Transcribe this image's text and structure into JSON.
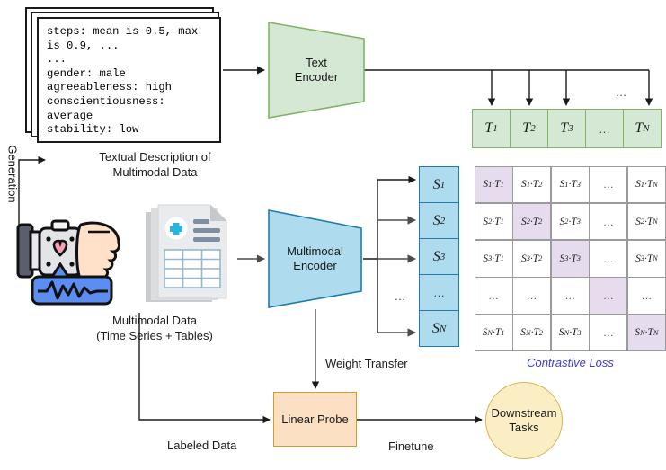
{
  "diagram": {
    "title": "Multimodal Contrastive Pretraining Pipeline",
    "colors": {
      "green_fill": "#d5e8d4",
      "green_stroke": "#82b366",
      "blue_fill": "#aedbee",
      "blue_stroke": "#1f7cab",
      "orange_fill": "#fbe0c4",
      "orange_stroke": "#d79b29",
      "yellow_fill": "#fbeec4",
      "yellow_stroke": "#d6b656",
      "highlight_fill": "#e7dced",
      "matrix_stroke": "#9b9b9b",
      "loss_text": "#3b3bd6"
    }
  },
  "text_card": {
    "content": "steps: mean is 0.5, max\nis 0.9, ...\n...\ngender: male\nagreeableness: high\nconscientiousness:\naverage\nstability: low",
    "stack_count": 3
  },
  "encoders": {
    "text": {
      "line1": "Text",
      "line2": "Encoder"
    },
    "multimodal": {
      "line1": "Multimodal",
      "line2": "Encoder"
    }
  },
  "text_embeddings": {
    "label_prefix": "T",
    "cells": [
      {
        "base": "T",
        "sub": "1",
        "dots": false
      },
      {
        "base": "T",
        "sub": "2",
        "dots": false
      },
      {
        "base": "T",
        "sub": "3",
        "dots": false
      },
      {
        "base": "…",
        "sub": "",
        "dots": true
      },
      {
        "base": "T",
        "sub": "N",
        "dots": false
      }
    ],
    "top_dots": "…"
  },
  "signal_embeddings": {
    "label_prefix": "S",
    "cells": [
      {
        "base": "S",
        "sub": "1",
        "dots": false
      },
      {
        "base": "S",
        "sub": "2",
        "dots": false
      },
      {
        "base": "S",
        "sub": "3",
        "dots": false
      },
      {
        "base": "…",
        "sub": "",
        "dots": true
      },
      {
        "base": "S",
        "sub": "N",
        "dots": false
      }
    ],
    "side_dots": "…"
  },
  "matrix": {
    "row_labels": [
      "1",
      "2",
      "3",
      "…",
      "N"
    ],
    "col_labels": [
      "1",
      "2",
      "3",
      "…",
      "N"
    ],
    "dot_operator": "·",
    "loss_label": "Contrastive Loss",
    "rows": [
      [
        {
          "text": "S₁ · T₁",
          "s": "1",
          "t": "1",
          "dots": false,
          "highlight": true
        },
        {
          "text": "S₁ · T₂",
          "s": "1",
          "t": "2",
          "dots": false,
          "highlight": false
        },
        {
          "text": "S₁ · T₃",
          "s": "1",
          "t": "3",
          "dots": false,
          "highlight": false
        },
        {
          "text": "…",
          "s": "",
          "t": "",
          "dots": true,
          "highlight": false
        },
        {
          "text": "S₁ · Tₙ",
          "s": "1",
          "t": "N",
          "dots": false,
          "highlight": false
        }
      ],
      [
        {
          "text": "S₂ · T₁",
          "s": "2",
          "t": "1",
          "dots": false,
          "highlight": false
        },
        {
          "text": "S₂ · T₂",
          "s": "2",
          "t": "2",
          "dots": false,
          "highlight": true
        },
        {
          "text": "S₂ · T₃",
          "s": "2",
          "t": "3",
          "dots": false,
          "highlight": false
        },
        {
          "text": "…",
          "s": "",
          "t": "",
          "dots": true,
          "highlight": false
        },
        {
          "text": "S₂ · Tₙ",
          "s": "2",
          "t": "N",
          "dots": false,
          "highlight": false
        }
      ],
      [
        {
          "text": "S₃ · T₁",
          "s": "3",
          "t": "1",
          "dots": false,
          "highlight": false
        },
        {
          "text": "S₃ · T₂",
          "s": "3",
          "t": "2",
          "dots": false,
          "highlight": false
        },
        {
          "text": "S₃ · T₃",
          "s": "3",
          "t": "3",
          "dots": false,
          "highlight": true
        },
        {
          "text": "…",
          "s": "",
          "t": "",
          "dots": true,
          "highlight": false
        },
        {
          "text": "S₃ · Tₙ",
          "s": "3",
          "t": "N",
          "dots": false,
          "highlight": false
        }
      ],
      [
        {
          "text": "…",
          "s": "",
          "t": "",
          "dots": true,
          "highlight": false
        },
        {
          "text": "…",
          "s": "",
          "t": "",
          "dots": true,
          "highlight": false
        },
        {
          "text": "…",
          "s": "",
          "t": "",
          "dots": true,
          "highlight": false
        },
        {
          "text": "…",
          "s": "",
          "t": "",
          "dots": true,
          "highlight": true
        },
        {
          "text": "…",
          "s": "",
          "t": "",
          "dots": true,
          "highlight": false
        }
      ],
      [
        {
          "text": "Sₙ · T₁",
          "s": "N",
          "t": "1",
          "dots": false,
          "highlight": false
        },
        {
          "text": "Sₙ · T₂",
          "s": "N",
          "t": "2",
          "dots": false,
          "highlight": false
        },
        {
          "text": "Sₙ · T₃",
          "s": "N",
          "t": "3",
          "dots": false,
          "highlight": false
        },
        {
          "text": "…",
          "s": "",
          "t": "",
          "dots": true,
          "highlight": false
        },
        {
          "text": "Sₙ · Tₙ",
          "s": "N",
          "t": "N",
          "dots": false,
          "highlight": true
        }
      ]
    ]
  },
  "captions": {
    "textual_description": "Textual Description of\nMultimodal Data",
    "multimodal_data": "Multimodal Data\n(Time Series + Tables)",
    "generation": "Generation",
    "weight_transfer": "Weight Transfer",
    "labeled_data": "Labeled Data",
    "finetune": "Finetune"
  },
  "blocks": {
    "linear_probe": "Linear Probe",
    "downstream_tasks": {
      "line1": "Downstream",
      "line2": "Tasks"
    }
  },
  "icons": {
    "timeseries": "smartwatch-heartrate-icon",
    "table": "medical-table-document-icon"
  }
}
